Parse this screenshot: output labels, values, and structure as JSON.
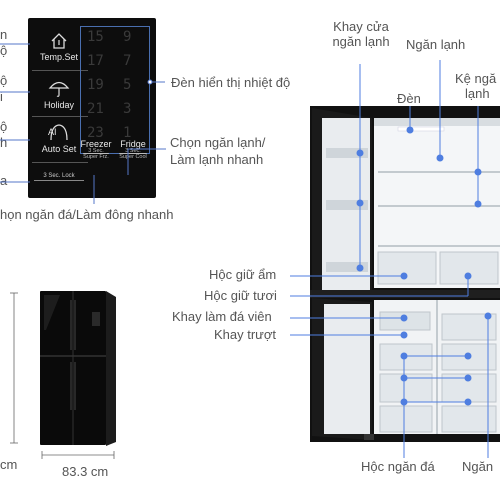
{
  "panel": {
    "buttons": {
      "temp_set": "Temp.Set",
      "holiday": "Holiday",
      "ai_auto_set": "Auto Set",
      "ai_glyph": "AI",
      "lock": "3 Sec. Lock"
    },
    "digits_left": [
      "15",
      "17",
      "19",
      "21",
      "23"
    ],
    "digits_right": [
      "9",
      "7",
      "5",
      "3",
      "1"
    ],
    "freezer": {
      "label": "Freezer",
      "hint1": "3 Sec.",
      "hint2": "Super Frz."
    },
    "fridge": {
      "label": "Fridge",
      "hint1": "3 Sec.",
      "hint2": "Super Cool"
    }
  },
  "labels": {
    "left_edge": [
      "n",
      "ộ",
      "ộ",
      "i",
      "ộ",
      "h",
      "a"
    ],
    "display": "Đèn hiển thị nhiệt độ",
    "fridge_select_1": "Chọn ngăn lạnh/",
    "fridge_select_2": "Làm lạnh nhanh",
    "freezer_select": "họn ngăn đá/Làm đông nhanh",
    "tray_fridge_1": "Khay cửa",
    "tray_fridge_2": "ngăn lạnh",
    "fridge_compartment": "Ngăn lạnh",
    "light": "Đèn",
    "shelf_1": "Kệ ngă",
    "shelf_2": "lạnh",
    "humid": "Hộc giữ ẩm",
    "fresh": "Hộc giữ tươi",
    "ice": "Khay làm đá viên",
    "slide": "Khay trượt",
    "freezer_drawer": "Hộc ngăn đá",
    "freezer_right": "Ngăn",
    "dim_left": "cm",
    "dim_width": "83.3 cm"
  }
}
